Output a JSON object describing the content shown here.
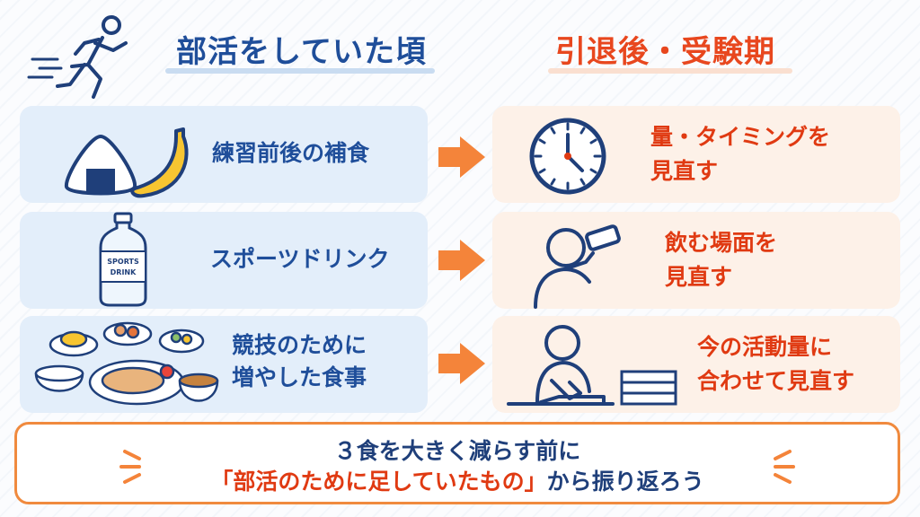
{
  "headers": {
    "left": "部活をしていた頃",
    "right": "引退後・受験期"
  },
  "rows": [
    {
      "left_lines": [
        "練習前後の補食"
      ],
      "right_lines": [
        "量・タイミングを",
        "見直す"
      ]
    },
    {
      "left_lines": [
        "スポーツドリンク"
      ],
      "right_lines": [
        "飲む場面を",
        "見直す"
      ]
    },
    {
      "left_lines": [
        "競技のために",
        "増やした食事"
      ],
      "right_lines": [
        "今の活動量に",
        "合わせて見直す"
      ]
    }
  ],
  "bottle_label": [
    "SPORTS",
    "DRINK"
  ],
  "bottom": {
    "line1": "３食を大きく減らす前に",
    "line2_highlight": "「部活のために足していたもの」",
    "line2_rest": "から振り返ろう"
  },
  "icons": {
    "runner": "runner-icon",
    "onigiri": "onigiri-icon",
    "banana": "banana-icon",
    "bottle": "sports-drink-bottle-icon",
    "meal": "meal-set-icon",
    "clock": "clock-icon",
    "drinking": "person-drinking-icon",
    "studying": "person-studying-icon",
    "arrow": "arrow-right-icon"
  },
  "colors": {
    "left_text": "#1f4e9a",
    "right_text": "#e03a12",
    "left_card": "#e3eefa",
    "right_card": "#fdf1e8",
    "arrow": "#f4843a"
  }
}
